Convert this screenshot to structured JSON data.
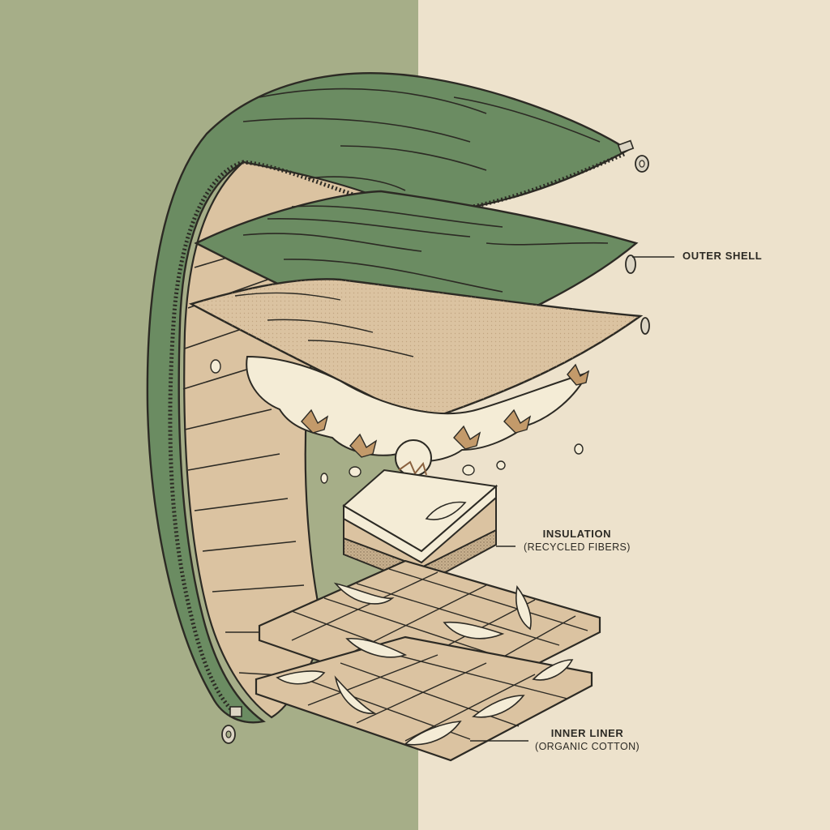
{
  "palette": {
    "left_background": "#a6ae88",
    "right_background": "#ede2cc",
    "shell_green": "#6b8c62",
    "liner_tan": "#dbc3a1",
    "insulation_cream": "#f4ecd6",
    "outline": "#2c2a24"
  },
  "labels": {
    "outer_shell": {
      "title": "OUTER SHELL"
    },
    "insulation": {
      "title": "INSULATION",
      "subtitle": "(RECYCLED FIBERS)"
    },
    "inner_liner": {
      "title": "INNER LINER",
      "subtitle": "(ORGANIC COTTON)"
    }
  },
  "icons": [
    "zipper-pull-icon",
    "cotton-boll-icon",
    "leaf-feather-icon",
    "cotton-stem-icon"
  ]
}
